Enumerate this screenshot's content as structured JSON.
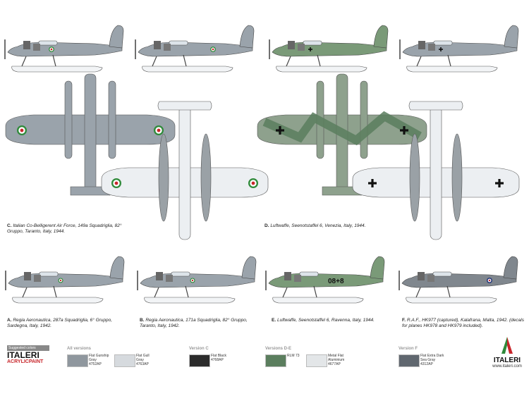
{
  "captions": {
    "c": {
      "letter": "C.",
      "text": "Italian Co-Belligerent Air Force, 149a Squadriglia, 82° Gruppo, Taranto, Italy, 1944."
    },
    "d": {
      "letter": "D.",
      "text": "Luftwaffe, Seenotstaffel 6, Venezia, Italy, 1944."
    },
    "a": {
      "letter": "A.",
      "text": "Regia Aeronautica, 287a Squadriglia, 6° Gruppo, Sardegna, Italy, 1942."
    },
    "b": {
      "letter": "B.",
      "text": "Regia Aeronautica, 171a Squadriglia, 82° Gruppo, Taranto, Italy, 1942."
    },
    "e": {
      "letter": "E.",
      "text": "Luftwaffe, Seenotstaffel 6, Ravenna, Italy, 1944."
    },
    "f": {
      "letter": "F.",
      "text": "R.A.F., HK977 (captured), Kalafrana, Malta, 1942. (decals for planes HK978 and HK979 included)."
    }
  },
  "markings": {
    "code_e": "08+8"
  },
  "legend": {
    "suggested": "Suggested colors",
    "brand_top": "ITALERI",
    "brand_bottom": "ACRYLICPAINT",
    "groups": [
      {
        "title": "All versions",
        "paints": [
          {
            "name": "Flat Gunship Gray",
            "code": "4752AP",
            "color": "#8f979e"
          },
          {
            "name": "Flat Gull Gray",
            "code": "4763AP",
            "color": "#d6dade"
          }
        ]
      },
      {
        "title": "Version C",
        "paints": [
          {
            "name": "Flat Black",
            "code": "4768AP",
            "color": "#2c2c2c"
          }
        ]
      },
      {
        "title": "Versions D-E",
        "paints": [
          {
            "name": "RLM 73",
            "code": "",
            "color": "#5b7e5e"
          },
          {
            "name": "Metal Flat Aluminium",
            "code": "4677AP",
            "color": "#e3e6e8"
          }
        ]
      },
      {
        "title": "Version F",
        "paints": [
          {
            "name": "Flat Extra Dark Sea Gray",
            "code": "4312AP",
            "color": "#60676f"
          }
        ]
      }
    ],
    "logo": "ITALERI",
    "url": "www.italeri.com"
  }
}
